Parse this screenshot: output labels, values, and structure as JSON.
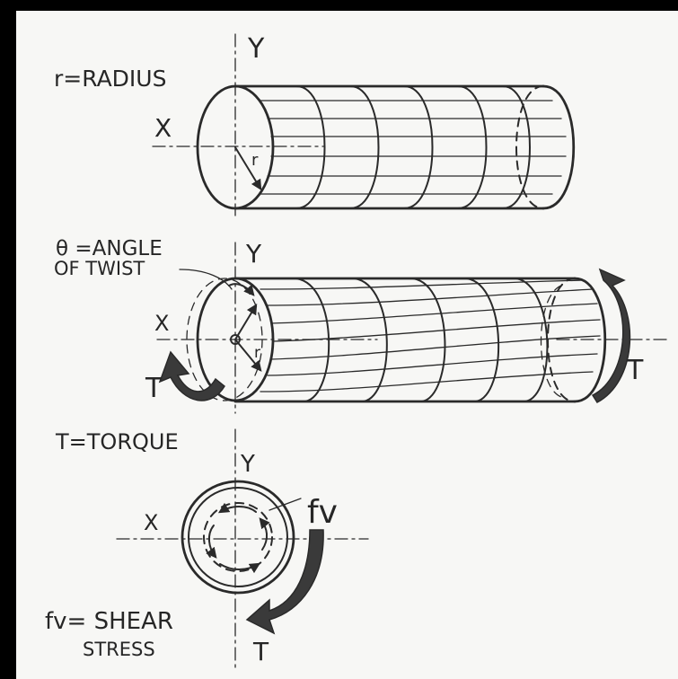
{
  "labels": {
    "radius": "r=RADIUS",
    "angle_line1": "θ =ANGLE",
    "angle_line2": "OF TWIST",
    "torque": "T=TORQUE",
    "shear_line1": "fv= SHEAR",
    "shear_line2": "STRESS",
    "axis_x": "X",
    "axis_y": "Y",
    "symbol_r": "r",
    "symbol_T": "T",
    "symbol_fv": "fv"
  },
  "colors": {
    "ink": "#2a2a2a",
    "paper": "#f7f7f5",
    "frame": "#000000",
    "arrow_fill": "#3a3a3a"
  }
}
